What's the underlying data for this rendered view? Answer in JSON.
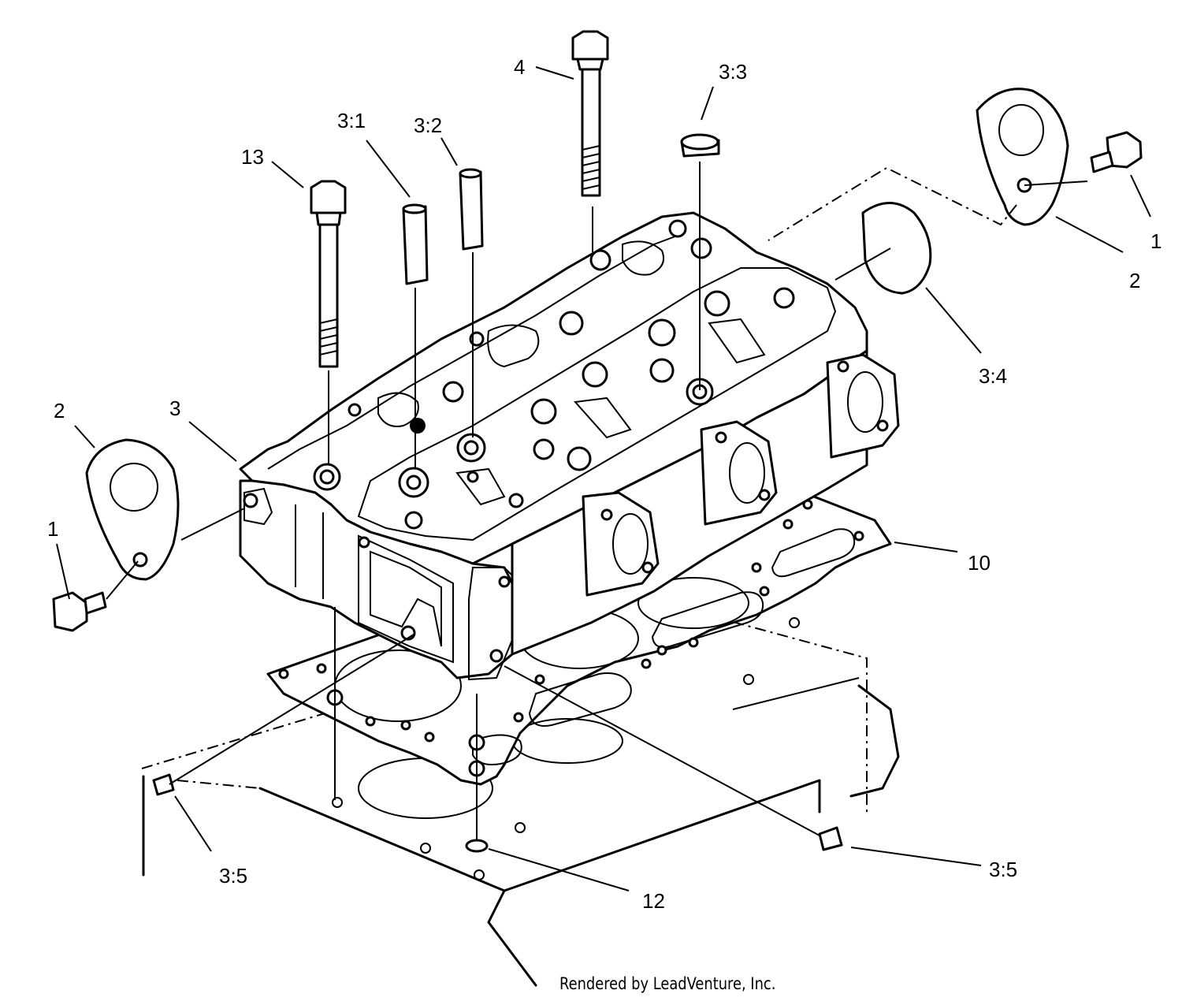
{
  "diagram": {
    "callouts": [
      {
        "id": "1-left",
        "label": "1"
      },
      {
        "id": "2-left",
        "label": "2"
      },
      {
        "id": "3",
        "label": "3"
      },
      {
        "id": "13",
        "label": "13"
      },
      {
        "id": "3-1",
        "label": "3:1"
      },
      {
        "id": "3-2",
        "label": "3:2"
      },
      {
        "id": "4",
        "label": "4"
      },
      {
        "id": "3-3",
        "label": "3:3"
      },
      {
        "id": "2-right",
        "label": "2"
      },
      {
        "id": "1-right",
        "label": "1"
      },
      {
        "id": "3-4",
        "label": "3:4"
      },
      {
        "id": "10",
        "label": "10"
      },
      {
        "id": "3-5-left",
        "label": "3:5"
      },
      {
        "id": "12",
        "label": "12"
      },
      {
        "id": "3-5-right",
        "label": "3:5"
      }
    ],
    "credit": "Rendered by LeadVenture, Inc."
  }
}
